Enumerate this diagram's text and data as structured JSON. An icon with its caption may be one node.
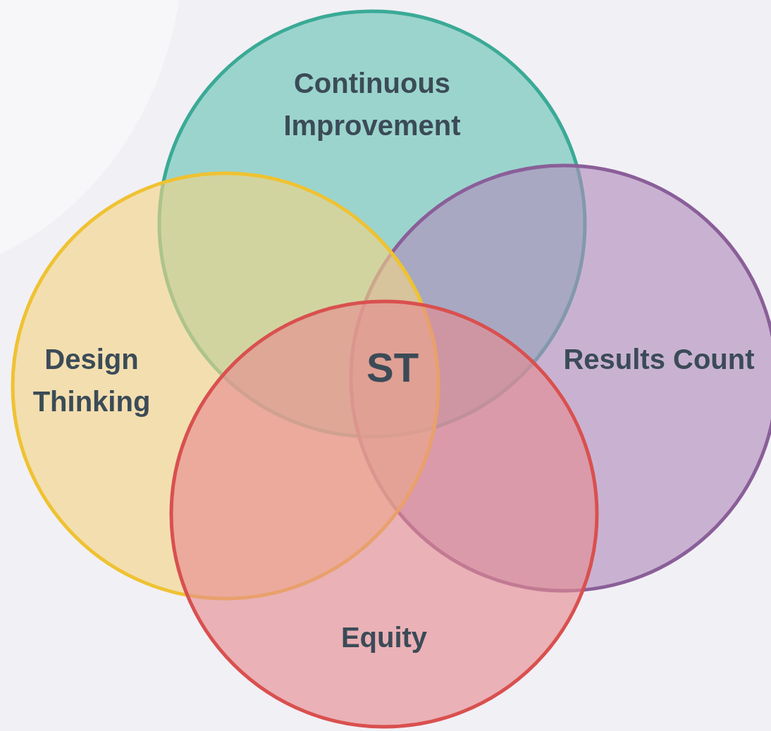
{
  "diagram": {
    "nodes": [
      {
        "text": [
          "Continuous Improvement"
        ]
      },
      {
        "text": [
          "Design Thinking"
        ]
      },
      {
        "text": [
          "Results Count"
        ]
      },
      {
        "text": [
          "Equity"
        ]
      }
    ],
    "labels": [
      "ST"
    ]
  }
}
